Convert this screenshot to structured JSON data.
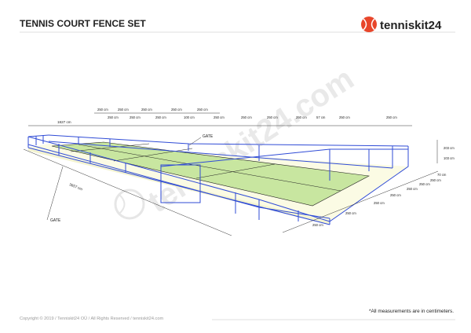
{
  "header": {
    "title": "TENNIS COURT FENCE SET",
    "logo_text": "tenniskit24",
    "logo_color": "#e8462b"
  },
  "watermark": {
    "text": "tenniskit24.com"
  },
  "diagram": {
    "top_dims_upper": [
      "250 cm",
      "250 cm",
      "250 cm",
      "250 cm",
      "250 cm"
    ],
    "top_dims_lower": [
      "250 cm",
      "250 cm",
      "250 cm",
      "100 cm",
      "250 cm",
      "250 cm",
      "250 cm",
      "250 cm",
      "57 cm",
      "250 cm",
      "250 cm"
    ],
    "width_dim": "1827 cm",
    "length_dim": "3657 cm",
    "height_upper": "203 cm",
    "height_lower": "103 cm",
    "side_70": "70 cm",
    "side_dims": [
      "250 cm",
      "250 cm",
      "250 cm",
      "250 cm",
      "250 cm",
      "250 cm",
      "250 cm"
    ],
    "bottom_dim": "250 cm",
    "gate_top": "GATE",
    "gate_left": "GATE"
  },
  "footer": {
    "copyright": "Copyright © 2019 / Tenniskit24 OÜ / All Rights Reserved / tenniskit24.com",
    "note": "*All measurements are in centimeters."
  },
  "colors": {
    "fence": "#2f4bd6",
    "court": "#c8e6a0",
    "floor": "#fbfbe4"
  }
}
